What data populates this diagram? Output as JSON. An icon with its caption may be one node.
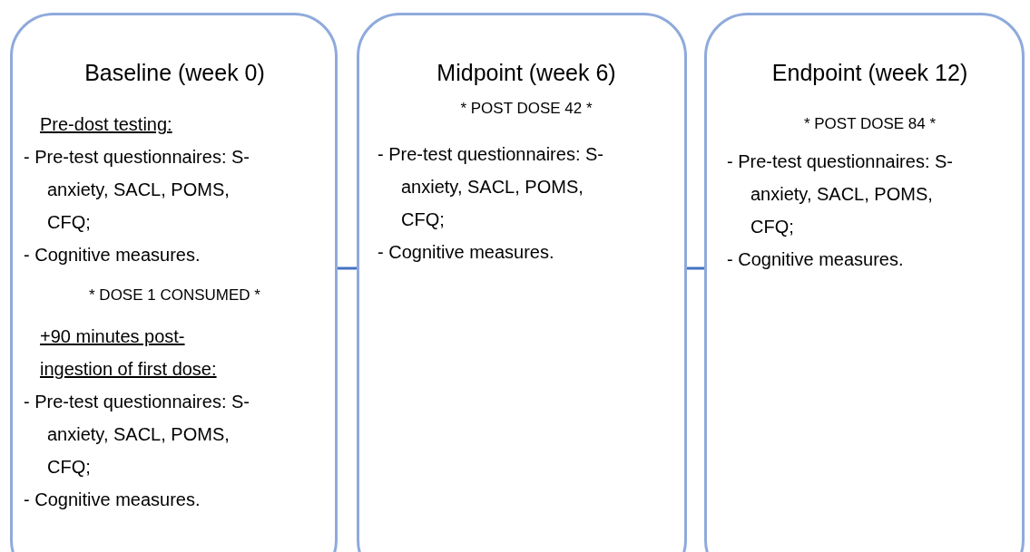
{
  "diagram": {
    "nodes": [
      {
        "text": [
          "Baseline (week 0)",
          "Pre-dost testing:",
          "- Pre-test questionnaires: S-anxiety, SACL, POMS, CFQ;",
          "- Cognitive measures.",
          "* DOSE 1 CONSUMED *",
          "+90 minutes post-ingestion of first dose:",
          "- Pre-test questionnaires: S-anxiety, SACL, POMS, CFQ;",
          "- Cognitive measures."
        ]
      },
      {
        "text": [
          "Midpoint (week 6)",
          "* POST DOSE 42 *",
          "- Pre-test questionnaires: S-anxiety, SACL, POMS, CFQ;",
          "- Cognitive measures."
        ]
      },
      {
        "text": [
          "Endpoint (week 12)",
          "* POST DOSE 84 *",
          "- Pre-test questionnaires: S-anxiety, SACL, POMS, CFQ;",
          "- Cognitive measures."
        ]
      }
    ],
    "edges": [
      {
        "from": 0,
        "to": 1,
        "arrow": "none"
      },
      {
        "from": 1,
        "to": 2,
        "arrow": "none"
      }
    ]
  }
}
